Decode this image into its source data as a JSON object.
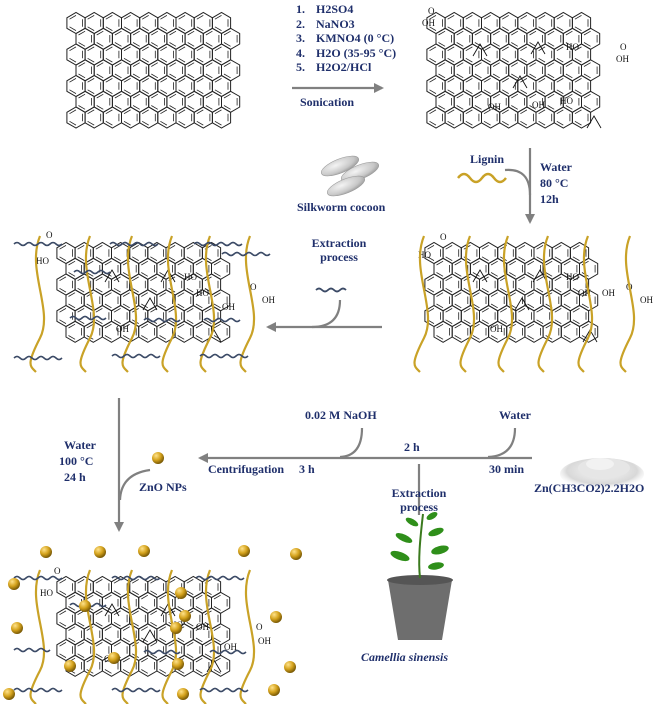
{
  "go_synthesis": {
    "steps": [
      {
        "num": "1.",
        "text": "H2SO4"
      },
      {
        "num": "2.",
        "text": "NaNO3"
      },
      {
        "num": "3.",
        "text": "KMNO4 (0 °C)"
      },
      {
        "num": "4.",
        "text": "H2O (35-95 °C)"
      },
      {
        "num": "5.",
        "text": "H2O2/HCl"
      }
    ],
    "sonication": "Sonication"
  },
  "lignin_step": {
    "lignin": "Lignin",
    "water": "Water",
    "temp": "80 °C",
    "time": "12h"
  },
  "silk_step": {
    "cocoon": "Silkworm cocoon",
    "extraction_l1": "Extraction",
    "extraction_l2": "process"
  },
  "zno_step": {
    "naoh": "0.02 M NaOH",
    "water": "Water",
    "t2h": "2 h",
    "t30": "30 min",
    "t3h": "3 h",
    "centrifugation": "Centrifugation",
    "zno_nps": "ZnO NPs",
    "zinc_acetate": "Zn(CH3CO2)2.2H2O",
    "extraction_l1": "Extraction",
    "extraction_l2": "process",
    "plant": "Camellia sinensis"
  },
  "final_step": {
    "water": "Water",
    "temp": "100 °C",
    "time": "24 h"
  },
  "group_labels": {
    "oh": "OH",
    "ho": "HO",
    "o": "O"
  },
  "colors": {
    "text": "#1f2f6b",
    "arrow": "#808080",
    "lignin": "#c9a227",
    "silk": "#3b4a66",
    "structure": "#222222",
    "zno": "#c89a18"
  }
}
